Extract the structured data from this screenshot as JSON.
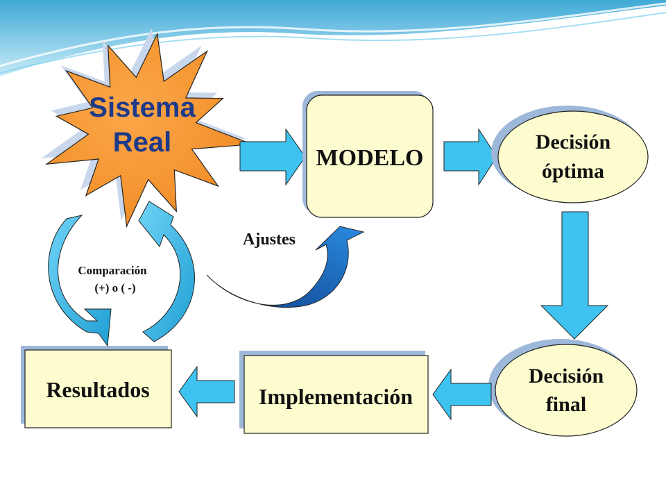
{
  "diagram": {
    "sistema_real": [
      "Sistema",
      "Real"
    ],
    "modelo": "MODELO",
    "decision_optima": [
      "Decisión",
      "óptima"
    ],
    "decision_final": [
      "Decisión",
      "final"
    ],
    "implementacion": "Implementación",
    "resultados": "Resultados",
    "ajustes": "Ajustes",
    "comparacion": [
      "Comparación",
      "(+)  o ( -)"
    ]
  },
  "colors": {
    "burst": "#f7902f",
    "box_fill": "#fdfccf",
    "arrow_blue": "#3ec3f0",
    "cycle_blue": "#36b6e6",
    "ajustes_blue": "#1a5fb0",
    "shadow": "#9db8d9"
  }
}
